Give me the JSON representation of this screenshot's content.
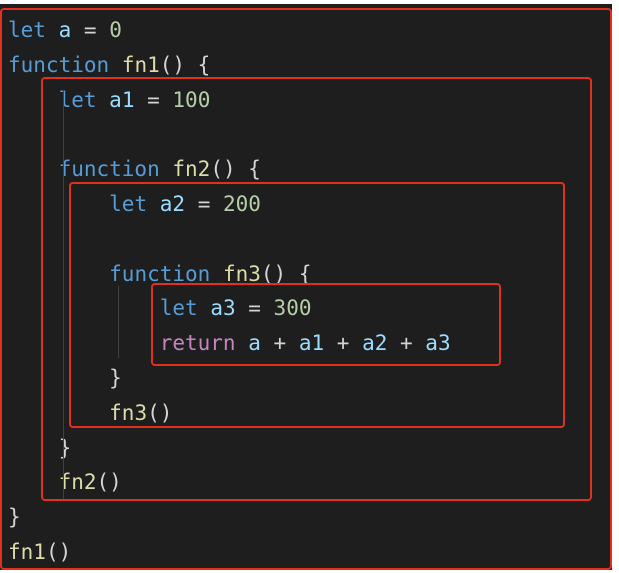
{
  "code_lines": [
    {
      "indent": "",
      "tokens": [
        {
          "t": "kw",
          "v": "let"
        },
        {
          "t": "punc",
          "v": " "
        },
        {
          "t": "var",
          "v": "a"
        },
        {
          "t": "punc",
          "v": " = "
        },
        {
          "t": "num",
          "v": "0"
        }
      ]
    },
    {
      "indent": "",
      "tokens": [
        {
          "t": "kw",
          "v": "function"
        },
        {
          "t": "punc",
          "v": " "
        },
        {
          "t": "fn",
          "v": "fn1"
        },
        {
          "t": "punc",
          "v": "() {"
        }
      ]
    },
    {
      "indent": "    ",
      "tokens": [
        {
          "t": "kw",
          "v": "let"
        },
        {
          "t": "punc",
          "v": " "
        },
        {
          "t": "var",
          "v": "a1"
        },
        {
          "t": "punc",
          "v": " = "
        },
        {
          "t": "num",
          "v": "100"
        }
      ]
    },
    {
      "indent": "",
      "tokens": []
    },
    {
      "indent": "    ",
      "tokens": [
        {
          "t": "kw",
          "v": "function"
        },
        {
          "t": "punc",
          "v": " "
        },
        {
          "t": "fn",
          "v": "fn2"
        },
        {
          "t": "punc",
          "v": "() {"
        }
      ]
    },
    {
      "indent": "        ",
      "tokens": [
        {
          "t": "kw",
          "v": "let"
        },
        {
          "t": "punc",
          "v": " "
        },
        {
          "t": "var",
          "v": "a2"
        },
        {
          "t": "punc",
          "v": " = "
        },
        {
          "t": "num",
          "v": "200"
        }
      ]
    },
    {
      "indent": "",
      "tokens": []
    },
    {
      "indent": "        ",
      "tokens": [
        {
          "t": "kw",
          "v": "function"
        },
        {
          "t": "punc",
          "v": " "
        },
        {
          "t": "fn",
          "v": "fn3"
        },
        {
          "t": "punc",
          "v": "() {"
        }
      ]
    },
    {
      "indent": "            ",
      "tokens": [
        {
          "t": "kw",
          "v": "let"
        },
        {
          "t": "punc",
          "v": " "
        },
        {
          "t": "var",
          "v": "a3"
        },
        {
          "t": "punc",
          "v": " = "
        },
        {
          "t": "num",
          "v": "300"
        }
      ]
    },
    {
      "indent": "            ",
      "tokens": [
        {
          "t": "ctrl",
          "v": "return"
        },
        {
          "t": "punc",
          "v": " "
        },
        {
          "t": "var",
          "v": "a"
        },
        {
          "t": "punc",
          "v": " + "
        },
        {
          "t": "var",
          "v": "a1"
        },
        {
          "t": "punc",
          "v": " + "
        },
        {
          "t": "var",
          "v": "a2"
        },
        {
          "t": "punc",
          "v": " + "
        },
        {
          "t": "var",
          "v": "a3"
        }
      ]
    },
    {
      "indent": "        ",
      "tokens": [
        {
          "t": "punc",
          "v": "}"
        }
      ]
    },
    {
      "indent": "        ",
      "tokens": [
        {
          "t": "fn",
          "v": "fn3"
        },
        {
          "t": "punc",
          "v": "()"
        }
      ]
    },
    {
      "indent": "    ",
      "tokens": [
        {
          "t": "punc",
          "v": "}"
        }
      ]
    },
    {
      "indent": "    ",
      "tokens": [
        {
          "t": "fn",
          "v": "fn2"
        },
        {
          "t": "punc",
          "v": "()"
        }
      ]
    },
    {
      "indent": "",
      "tokens": [
        {
          "t": "punc",
          "v": "}"
        }
      ]
    },
    {
      "indent": "",
      "tokens": [
        {
          "t": "fn",
          "v": "fn1"
        },
        {
          "t": "punc",
          "v": "()"
        }
      ]
    }
  ],
  "colors": {
    "background": "#1e1e1e",
    "keyword": "#569cd6",
    "control_keyword": "#c586c0",
    "variable": "#9cdcfe",
    "function": "#dcdcaa",
    "number": "#b5cea8",
    "punctuation": "#d4d4d4",
    "highlight_box": "#e0301e"
  }
}
